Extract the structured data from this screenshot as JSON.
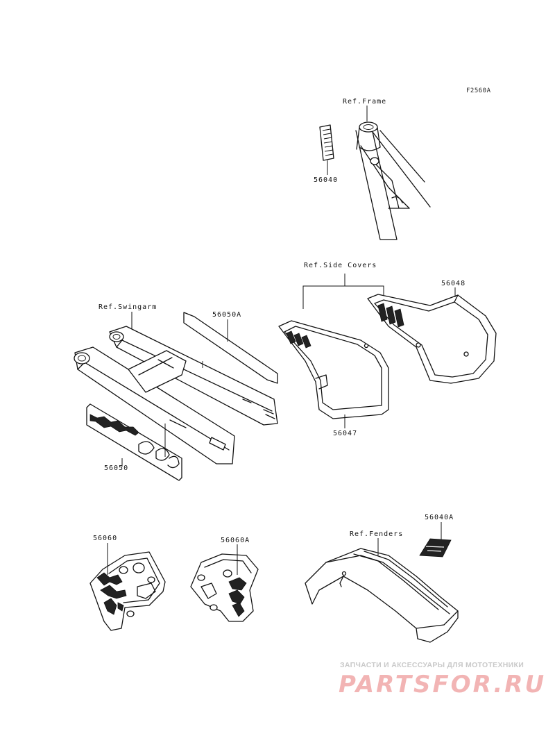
{
  "diagram": {
    "code": "F2560A",
    "labels": {
      "ref_frame": "Ref.Frame",
      "ref_side_covers": "Ref.Side Covers",
      "ref_swingarm": "Ref.Swingarm",
      "ref_fenders": "Ref.Fenders",
      "p56040": "56040",
      "p56048": "56048",
      "p56050a": "56050A",
      "p56047": "56047",
      "p56050": "56050",
      "p56060": "56060",
      "p56060a": "56060A",
      "p56040a": "56040A"
    }
  },
  "watermark": {
    "tagline": "ЗАПЧАСТИ И АКСЕССУАРЫ ДЛЯ МОТОТЕХНИКИ",
    "logo": "PARTSFOR.RU",
    "color": "#f2b4b4"
  }
}
